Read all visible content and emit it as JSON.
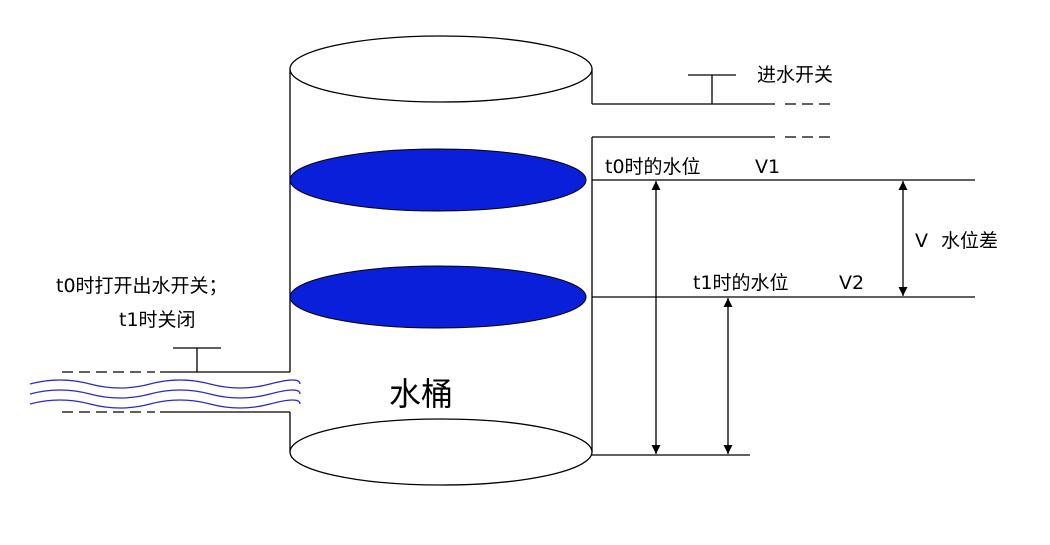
{
  "labels": {
    "inlet_switch": "进水开关",
    "level_t0": "t0时的水位",
    "v1": "V1",
    "level_t1": "t1时的水位",
    "v2": "V2",
    "v": "V",
    "level_diff": "水位差",
    "outlet_line1": "t0时打开出水开关；",
    "outlet_line2": "t1时关闭",
    "bucket": "水桶"
  },
  "colors": {
    "water": "#0A1FD9",
    "stroke": "#000000",
    "flow": "#2A2AC8",
    "background": "#FFFFFF"
  }
}
